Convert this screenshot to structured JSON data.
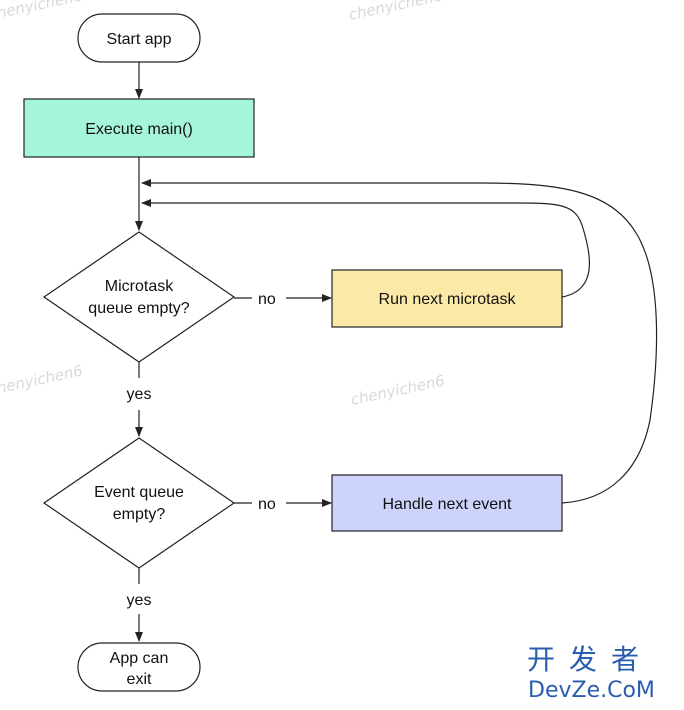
{
  "nodes": {
    "start": {
      "label": "Start app"
    },
    "execute_main": {
      "label": "Execute main()",
      "color": "#a7f5d9"
    },
    "microtask_decision": {
      "line1": "Microtask",
      "line2": "queue empty?"
    },
    "run_microtask": {
      "label": "Run next microtask",
      "color": "#fbeaa7"
    },
    "event_decision": {
      "line1": "Event queue",
      "line2": "empty?"
    },
    "handle_event": {
      "label": "Handle next event",
      "color": "#cdd3fb"
    },
    "exit": {
      "line1": "App can",
      "line2": "exit"
    }
  },
  "edges": {
    "microtask_no": "no",
    "microtask_yes": "yes",
    "event_no": "no",
    "event_yes": "yes"
  },
  "watermark": "chenyichen6",
  "brand": {
    "cn": "开发者",
    "en": "DevZe.CoM"
  }
}
